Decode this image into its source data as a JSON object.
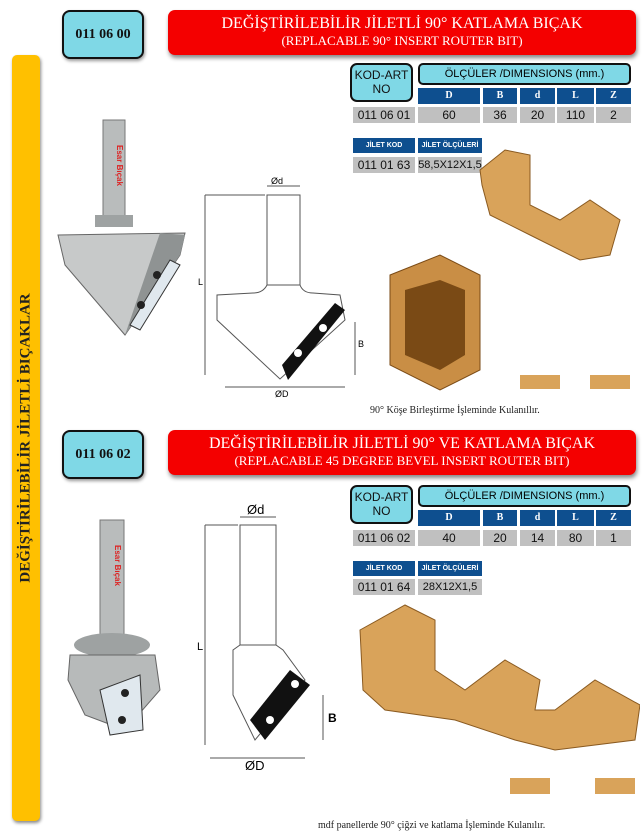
{
  "sidebar": {
    "title": "DEĞİŞTİRİLEBİLİR  JİLETLİ BIÇAKLAR"
  },
  "products": [
    {
      "code": "011 06 00",
      "title_tr": "DEĞİŞTİRİLEBİLİR JİLETLİ 90° KATLAMA BIÇAK",
      "title_en": "(REPLACABLE 90°  INSERT ROUTER BIT)",
      "kod_label": "KOD-ART NO",
      "dimensions_label": "ÖLÇÜLER /DIMENSIONS (mm.)",
      "columns": [
        "D",
        "B",
        "d",
        "L",
        "Z"
      ],
      "row": {
        "art_no": "011 06 01",
        "values": [
          "60",
          "36",
          "20",
          "110",
          "2"
        ]
      },
      "insert_headers": [
        "JİLET KOD",
        "JİLET ÖLÇÜLERİ"
      ],
      "insert_row": [
        "011 01 63",
        "58,5X12X1,5"
      ],
      "drawing_labels": {
        "d": "Ød",
        "D": "ØD",
        "L": "L",
        "B": "B"
      },
      "brand": "Esar Bıçak",
      "caption": "90° Köşe Birleştirme İşleminde Kulanıllır."
    },
    {
      "code": "011 06 02",
      "title_tr": "DEĞİŞTİRİLEBİLİR JİLETLİ 90° VE KATLAMA BIÇAK",
      "title_en": "(REPLACABLE 45 DEGREE BEVEL INSERT ROUTER BIT)",
      "kod_label": "KOD-ART NO",
      "dimensions_label": "ÖLÇÜLER /DIMENSIONS (mm.)",
      "columns": [
        "D",
        "B",
        "d",
        "L",
        "Z"
      ],
      "row": {
        "art_no": "011 06 02",
        "values": [
          "40",
          "20",
          "14",
          "80",
          "1"
        ]
      },
      "insert_headers": [
        "JİLET KOD",
        "JİLET ÖLÇÜLERİ"
      ],
      "insert_row": [
        "011 01 64",
        "28X12X1,5"
      ],
      "drawing_labels": {
        "d": "Ød",
        "D": "ØD",
        "L": "L",
        "B": "B"
      },
      "brand": "Esar Bıçak",
      "caption": "mdf panellerde  90° çiğzi ve katlama İşleminde Kulanılır."
    }
  ],
  "colors": {
    "banner": "#f40000",
    "cyan": "#7fd8e6",
    "blue": "#0e4f8f",
    "sidebar": "#ffc000",
    "cell": "#c0c0c0",
    "wood": "#d9a35a"
  }
}
